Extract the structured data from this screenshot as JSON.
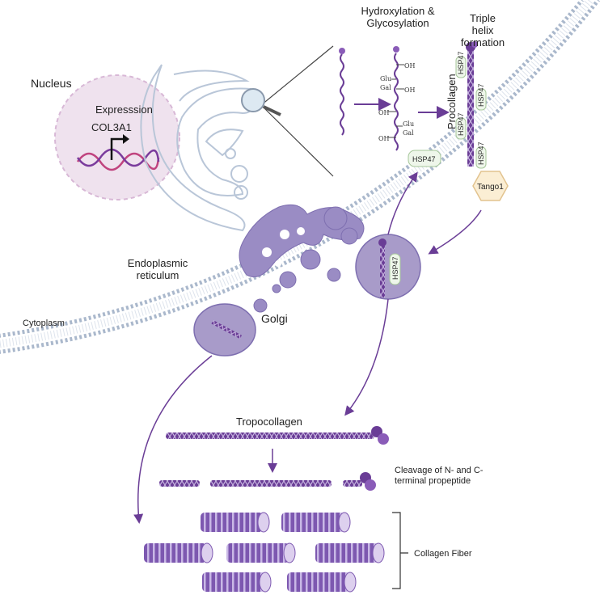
{
  "labels": {
    "nucleus": "Nucleus",
    "expression": "Expresssion",
    "gene": "COL3A1",
    "er": "Endoplasmic reticulum",
    "cytoplasm": "Cytoplasm",
    "golgi": "Golgi",
    "hydroxylation": "Hydroxylation & Glycosylation",
    "triple_helix": "Triple helix formation",
    "procollagen": "Procollagen",
    "hsp47": "HSP47",
    "tango1": "Tango1",
    "tropocollagen": "Tropocollagen",
    "cleavage": "Cleavage of N- and C- terminal propeptide",
    "collagen_fiber": "Collagen Fiber"
  },
  "modifications": {
    "oh1": "OH",
    "glu1": "Glu",
    "gal1": "Gal",
    "oh2": "OH",
    "oh3": "OH",
    "glu2": "Glu",
    "gal2": "Gal",
    "oh4": "OH"
  },
  "colors": {
    "collagen_purple": "#6a3d96",
    "light_purple": "#a89bc9",
    "golgi_purple": "#9a8cc4",
    "nucleus_fill": "#efe2ee",
    "membrane_blue": "#aab8cc",
    "er_outline": "#b9c6d8",
    "tango_fill": "#fbeed4",
    "hsp_fill": "#eef6ea"
  }
}
